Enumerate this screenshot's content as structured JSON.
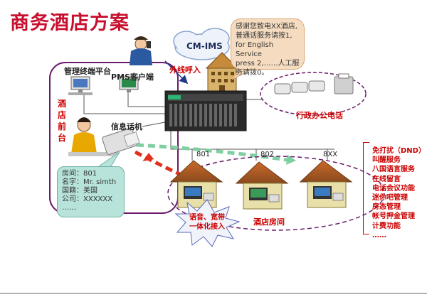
{
  "title": "商务酒店方案",
  "labels": {
    "cloud": "CM-IMS",
    "external_call": "外线呼入",
    "management_platform": "管理终端平台",
    "pms_client": "PMS客户端",
    "front_desk": [
      "酒",
      "店",
      "前",
      "台"
    ],
    "info_phone": "信息话机",
    "office_phone": "行政办公电话",
    "room_801": "801",
    "room_802": "802",
    "room_8xx": "8XX",
    "voice_broadband": [
      "语音、宽带",
      "一体化接入"
    ],
    "hotel_rooms": "酒店房间"
  },
  "speech_bubble": [
    "感谢您致电XX酒店,",
    "普通话服务请按1,",
    "for English Service",
    "press 2,……人工服",
    "务请拨0。"
  ],
  "guest_info": [
    "房间：801",
    "名字：Mr. simth",
    "国籍：美国",
    "公司：XXXXXX",
    "……"
  ],
  "services": [
    "免打扰（DND）",
    "叫醒服务",
    "八国语言服务",
    "在线留言",
    "电话会议功能",
    "迷你吧管理",
    "房态管理",
    "帐号押金管理",
    "计费功能",
    "……"
  ],
  "colors": {
    "title": "#c8102e",
    "accent_red": "#cc0000",
    "purple": "#6a1b6a",
    "green_arrow": "#7fd0a0"
  }
}
